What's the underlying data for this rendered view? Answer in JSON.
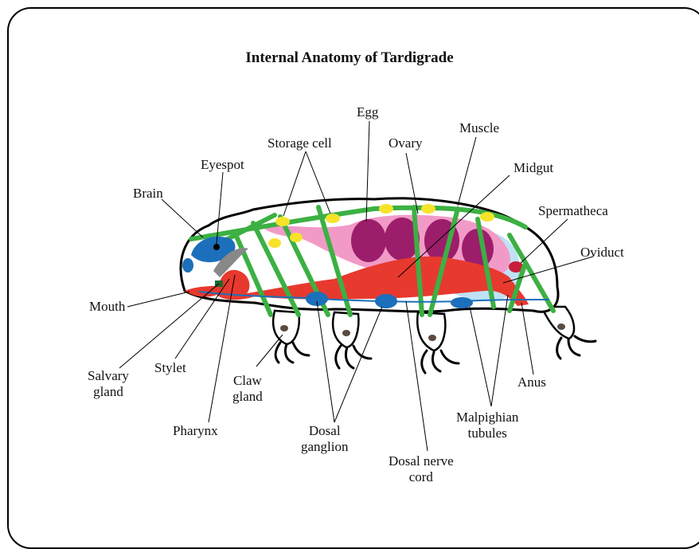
{
  "title": "Internal Anatomy of Tardigrade",
  "colors": {
    "outline": "#000000",
    "muscle": "#3cb043",
    "gut": "#e8392e",
    "ovary": "#f29ac7",
    "egg": "#9c1e6a",
    "nerve": "#1c6fba",
    "storage": "#f6e32a",
    "midgut_zone": "#bfe1f6",
    "claw_gland": "#5a4a42"
  },
  "labels": {
    "egg": "Egg",
    "storage_cell": "Storage cell",
    "ovary": "Ovary",
    "muscle": "Muscle",
    "eyespot": "Eyespot",
    "midgut": "Midgut",
    "brain": "Brain",
    "spermatheca": "Spermatheca",
    "oviduct": "Oviduct",
    "mouth": "Mouth",
    "salvary_gland": [
      "Salvary",
      "gland"
    ],
    "stylet": "Stylet",
    "claw_gland": [
      "Claw",
      "gland"
    ],
    "pharynx": "Pharynx",
    "dosal_ganglion": [
      "Dosal",
      "ganglion"
    ],
    "dosal_nerve_cord": [
      "Dosal nerve",
      "cord"
    ],
    "malpighian_tubules": [
      "Malpighian",
      "tubules"
    ],
    "anus": "Anus"
  }
}
